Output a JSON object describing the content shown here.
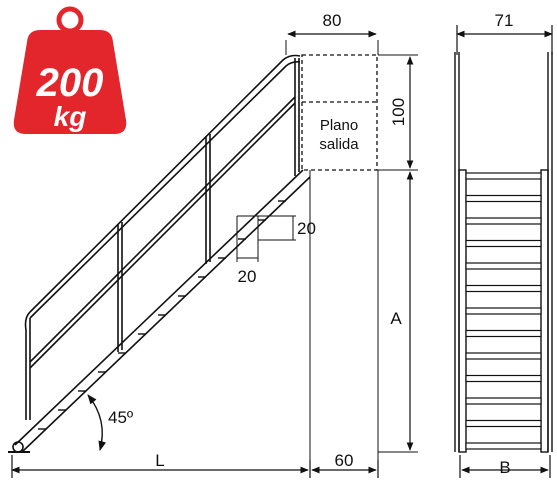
{
  "badge": {
    "capacity": "200",
    "unit": "kg",
    "color": "#e3262b",
    "icon": "weight-icon"
  },
  "dimensions": {
    "platform_length": "80",
    "platform_height": "100",
    "side_width": "71",
    "step_depth": "20",
    "step_rise": "20",
    "height_label": "A",
    "length_label": "L",
    "base_extension": "60",
    "width_label": "B",
    "angle": "45º"
  },
  "platform": {
    "label_line1": "Plano",
    "label_line2": "salida"
  }
}
